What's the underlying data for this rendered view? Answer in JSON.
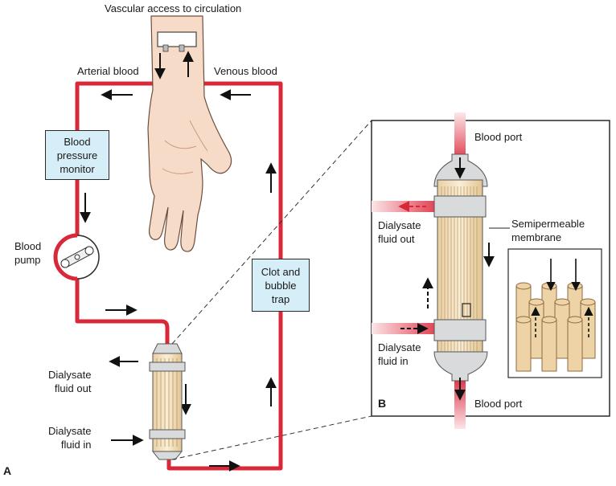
{
  "labels": {
    "vascular_access": "Vascular access to circulation",
    "arterial_blood": "Arterial blood",
    "venous_blood": "Venous blood",
    "blood_pressure_monitor": [
      "Blood",
      "pressure",
      "monitor"
    ],
    "blood_pump": [
      "Blood",
      "pump"
    ],
    "clot_trap": [
      "Clot and",
      "bubble",
      "trap"
    ],
    "dialysate_out": [
      "Dialysate",
      "fluid out"
    ],
    "dialysate_in": [
      "Dialysate",
      "fluid in"
    ],
    "blood_port_top": "Blood port",
    "blood_port_bottom": "Blood port",
    "semipermeable": [
      "Semipermeable",
      "membrane"
    ],
    "dialysate_out_b": [
      "Dialysate",
      "fluid out"
    ],
    "dialysate_in_b": [
      "Dialysate",
      "fluid in"
    ],
    "panel_a": "A",
    "panel_b": "B"
  },
  "colors": {
    "tube": "#d8283a",
    "tube_light": "#f2b6bd",
    "box_fill": "#d6eef8",
    "skin": "#f6dcc8",
    "skin_shadow": "#e7bfa4",
    "dialyzer": "#f2ddb8",
    "cap": "#d9dadb",
    "fiber": "#edd3a6"
  }
}
